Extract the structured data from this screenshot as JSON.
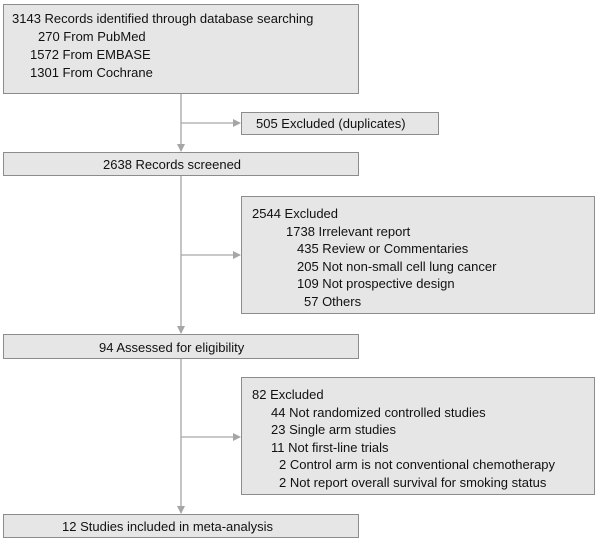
{
  "identification": {
    "total": "3143 Records identified through database searching",
    "sources": [
      "270 From PubMed",
      "1572 From EMBASE",
      "1301 From Cochrane"
    ]
  },
  "duplicates_excluded": "505 Excluded (duplicates)",
  "screened": "2638 Records screened",
  "screening_excluded": {
    "total": "2544 Excluded",
    "reasons": [
      "1738 Irrelevant report",
      "435 Review or Commentaries",
      "205 Not non-small cell lung cancer",
      "109 Not prospective design",
      "57 Others"
    ]
  },
  "eligibility": "94 Assessed for eligibility",
  "eligibility_excluded": {
    "total": "82 Excluded",
    "reasons": [
      "44 Not randomized controlled studies",
      "23 Single arm studies",
      "11 Not first-line trials",
      "2 Control arm is not conventional chemotherapy",
      "2 Not report overall survival for smoking status"
    ]
  },
  "included": "12 Studies included in meta-analysis",
  "colors": {
    "box_fill": "#e6e6e6",
    "box_border": "#8c8c8c",
    "connector": "#a6a6a6"
  }
}
